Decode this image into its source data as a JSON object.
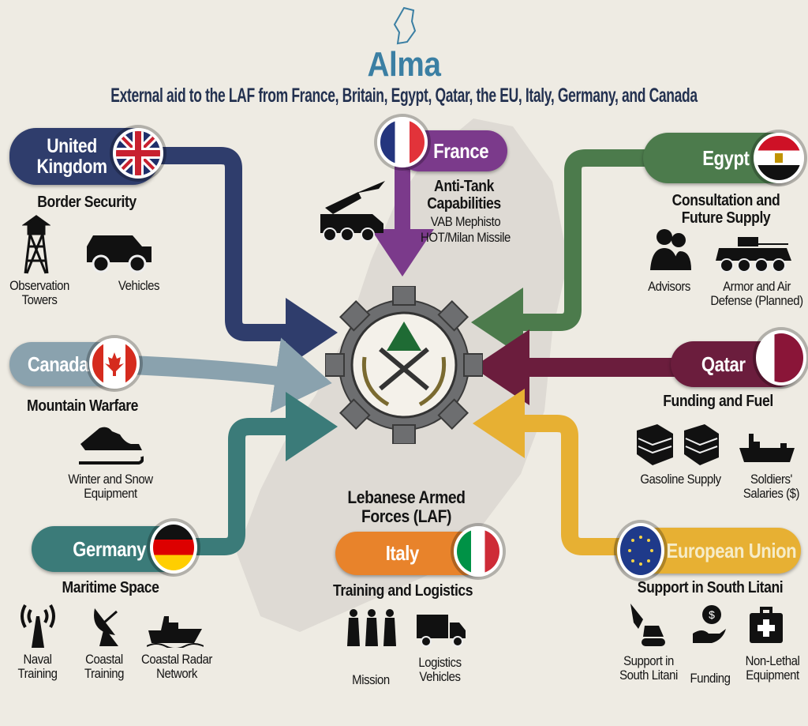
{
  "header": {
    "logo": "Alma",
    "subtitle": "External aid to the LAF from France, Britain, Egypt, Qatar, the EU, Italy, Germany, and Canada"
  },
  "center": {
    "label": "Lebanese Armed Forces (LAF)"
  },
  "colors": {
    "uk": "#2f3d6c",
    "france": "#7b3a8b",
    "egypt": "#4c7b4c",
    "canada": "#8aa2ae",
    "qatar": "#6b1d3d",
    "germany": "#3b7b79",
    "italy": "#e8832b",
    "eu": "#e7b033"
  },
  "countries": {
    "uk": {
      "name": "United Kingdom",
      "focus": "Border Security",
      "items": [
        "Observation Towers",
        "Vehicles"
      ]
    },
    "france": {
      "name": "France",
      "focus": "Anti-Tank Capabilities",
      "details": [
        "VAB Mephisto",
        "HOT/Milan Missile"
      ]
    },
    "egypt": {
      "name": "Egypt",
      "focus": "Consultation and Future Supply",
      "items": [
        "Advisors",
        "Armor and Air Defense (Planned)"
      ]
    },
    "canada": {
      "name": "Canada",
      "focus": "Mountain Warfare",
      "items": [
        "Winter and Snow Equipment"
      ]
    },
    "qatar": {
      "name": "Qatar",
      "focus": "Funding and Fuel",
      "items": [
        "Gasoline Supply",
        "Soldiers' Salaries ($)"
      ]
    },
    "germany": {
      "name": "Germany",
      "focus": "Maritime Space",
      "items": [
        "Naval Training",
        "Coastal Training",
        "Coastal Radar Network"
      ]
    },
    "italy": {
      "name": "Italy",
      "focus": "Training and Logistics",
      "items": [
        "Mission",
        "Logistics Vehicles"
      ]
    },
    "eu": {
      "name": "European Union",
      "focus": "Support in South Litani",
      "items": [
        "Support in South Litani",
        "Funding",
        "Non-Lethal Equipment"
      ]
    }
  }
}
